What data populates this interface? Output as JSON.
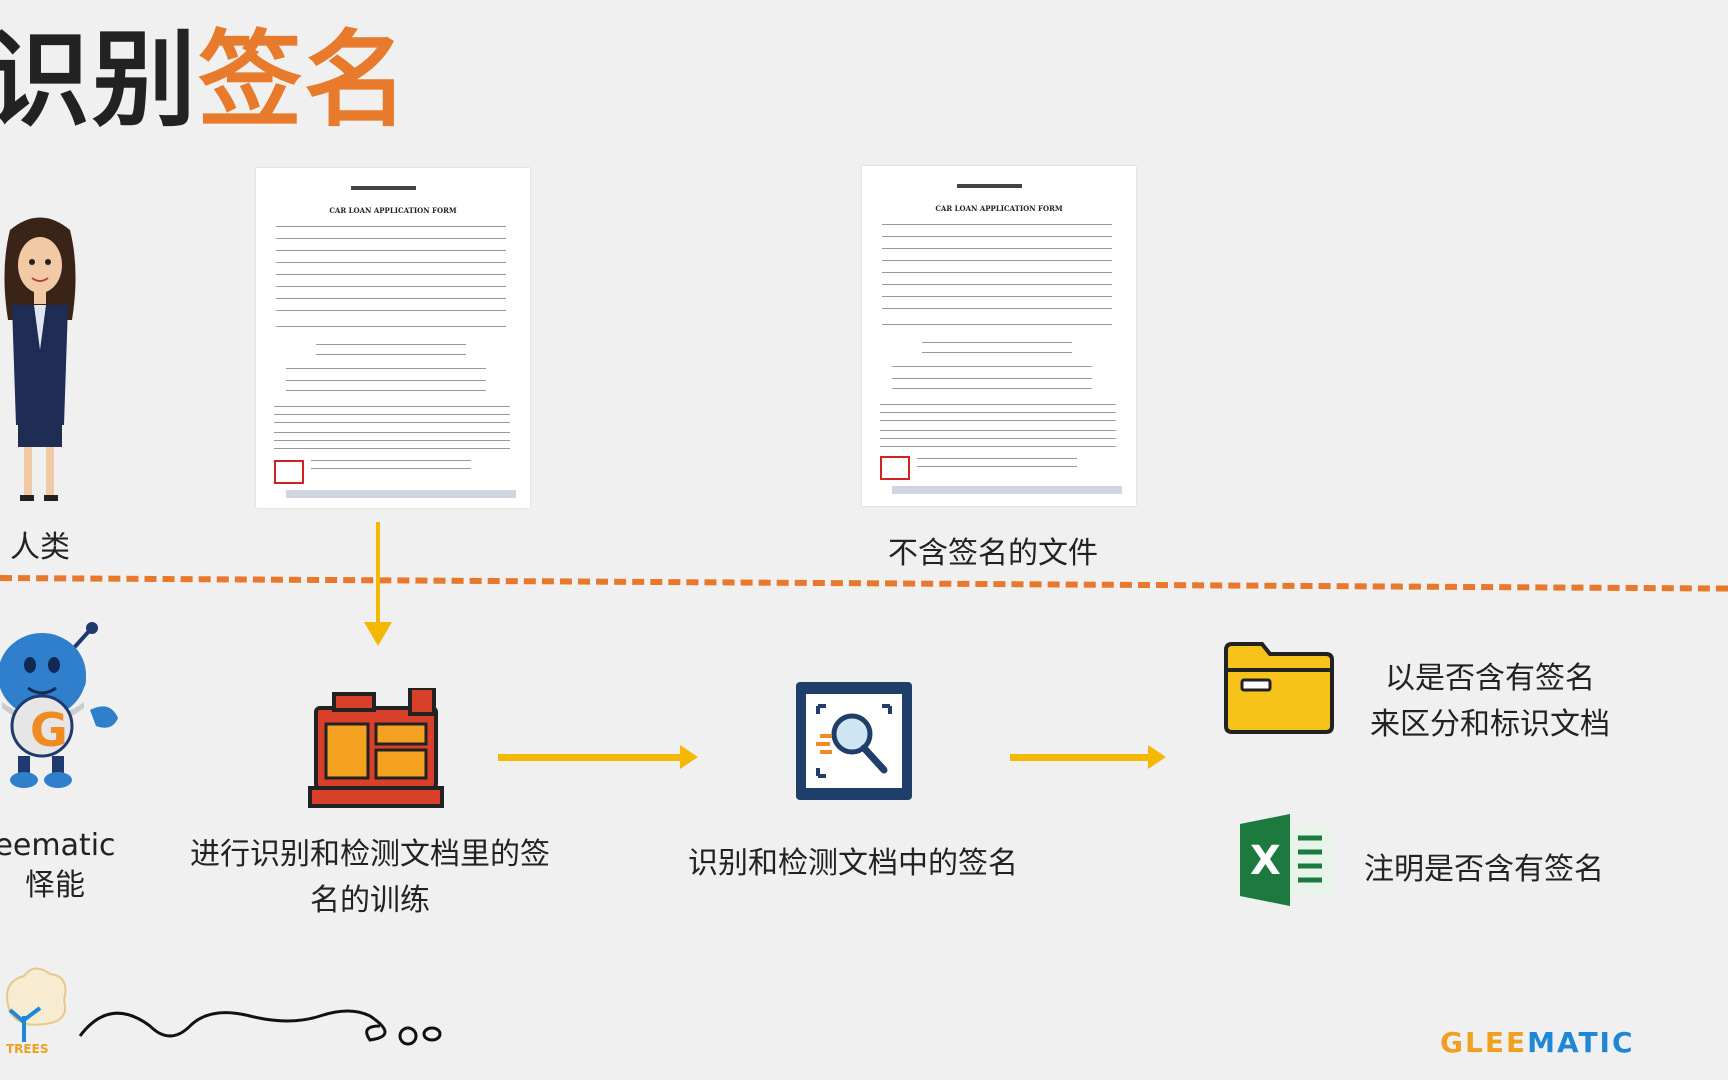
{
  "title": {
    "part1": "识别",
    "part2": "签名"
  },
  "human_label": "人类",
  "bot_label": {
    "line1": "eematic",
    "line2": "怿能"
  },
  "doc_no_sig_label": "不含签名的文件",
  "form_title": "CAR LOAN APPLICATION FORM",
  "step_training": {
    "line1": "进行识别和检测文档里的签",
    "line2": "名的训练"
  },
  "step_detect": "识别和检测文档中的签名",
  "result_folder": {
    "line1": "以是否含有签名",
    "line2": "来区分和标识文档"
  },
  "result_excel": "注明是否含有签名",
  "brand": {
    "part1": "GLEE",
    "part2": "MATIC"
  },
  "brand_left": "TREES",
  "icons": {
    "woman": "businesswoman-avatar-icon",
    "robot": "gleematic-robot-icon",
    "engine": "training-machine-icon",
    "scan": "document-scan-icon",
    "folder": "folder-icon",
    "excel": "excel-icon"
  },
  "colors": {
    "accent": "#e87a2b",
    "arrow": "#f5b800",
    "sig_box": "#d32020"
  }
}
